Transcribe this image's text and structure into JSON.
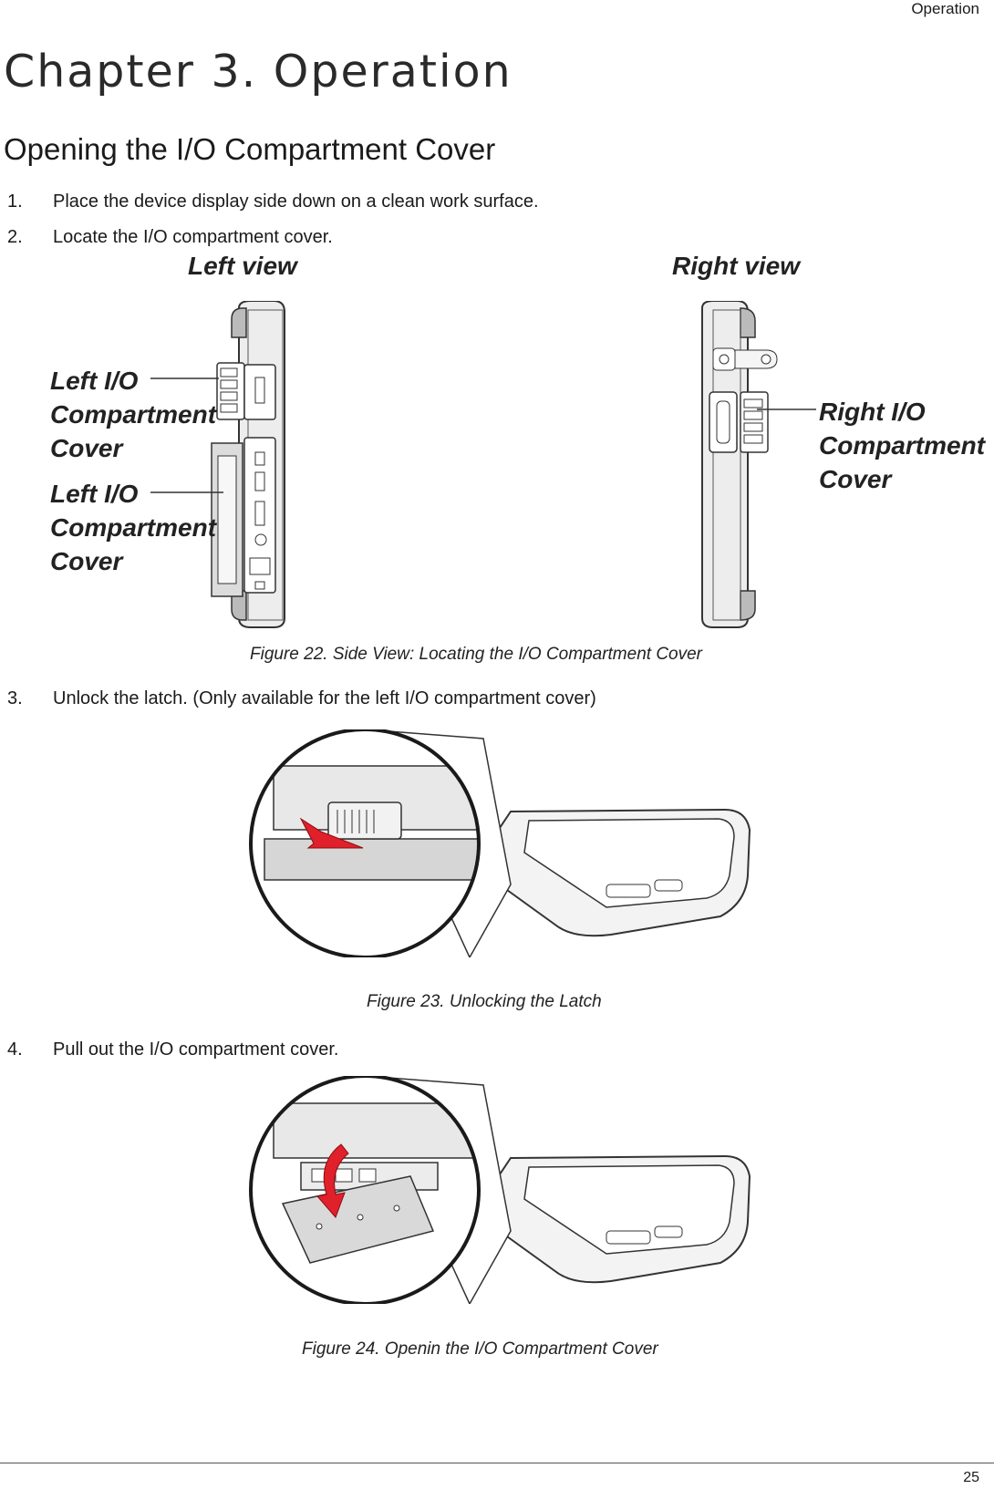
{
  "header": {
    "section": "Operation"
  },
  "chapter_title": "Chapter 3.  Operation",
  "section_title": "Opening the I/O Compartment Cover",
  "steps": [
    {
      "num": "1.",
      "text": "Place the device display side down on a clean work surface."
    },
    {
      "num": "2.",
      "text": "Locate the I/O compartment cover."
    },
    {
      "num": "3.",
      "text": "Unlock the latch. (Only available for the left I/O compartment cover)"
    },
    {
      "num": "4.",
      "text": "Pull out the I/O compartment cover."
    }
  ],
  "figure22": {
    "left_view_label": "Left view",
    "right_view_label": "Right view",
    "callout_left_top": [
      "Left I/O",
      "Compartment",
      "Cover"
    ],
    "callout_left_bottom": [
      "Left I/O",
      "Compartment",
      "Cover"
    ],
    "callout_right": [
      "Right I/O",
      "Compartment",
      "Cover"
    ],
    "caption": "Figure 22.  Side View: Locating the I/O Compartment Cover"
  },
  "figure23": {
    "caption": "Figure 23.  Unlocking the Latch",
    "arrow_color": "#e0202a"
  },
  "figure24": {
    "caption": "Figure 24.  Openin the I/O Compartment Cover",
    "arrow_color": "#e0202a"
  },
  "footer": {
    "page_number": "25"
  }
}
